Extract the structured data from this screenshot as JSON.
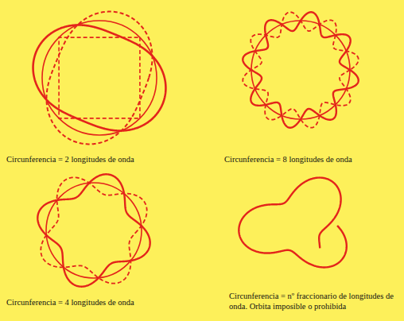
{
  "diagram": {
    "labels": [
      "Circunferencia = 2 longitudes de onda",
      "Circunferencia = 8 longitudes de onda",
      "Circunferencia = 4 longitudes de onda",
      "Circunferencia = nº fraccionario de longitudes de onda. Orbita imposible o prohibida"
    ]
  }
}
